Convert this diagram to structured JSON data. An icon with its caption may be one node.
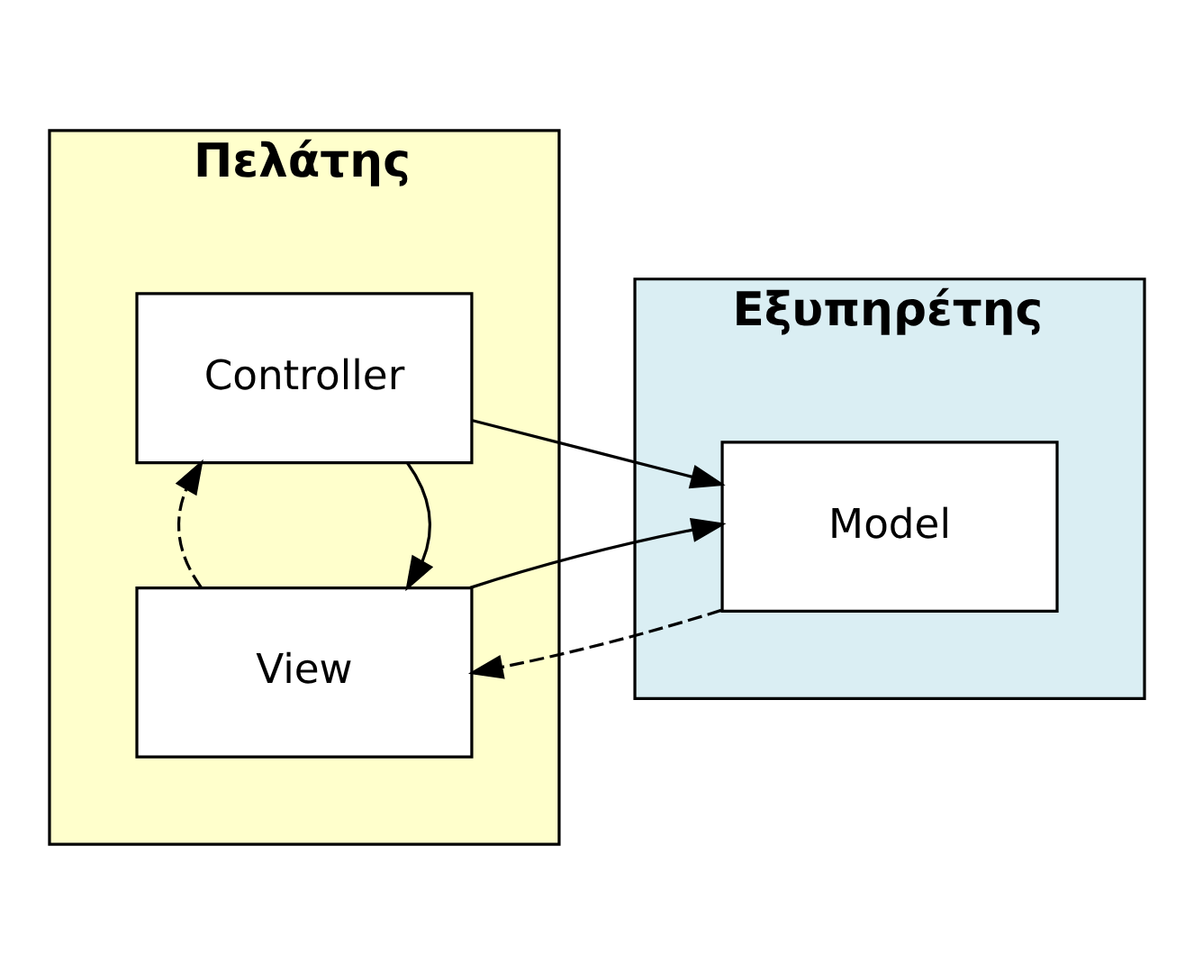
{
  "diagram": {
    "nodes": [
      {
        "text": [
          "Πελάτης"
        ]
      },
      {
        "text": [
          "Εξυπηρέτης"
        ]
      },
      {
        "text": [
          "Controller"
        ],
        "in": 0
      },
      {
        "text": [
          "View"
        ],
        "in": 0
      },
      {
        "text": [
          "Model"
        ],
        "in": 1
      }
    ],
    "edges": [
      {
        "from": 2,
        "to": 3,
        "arrow": "to"
      },
      {
        "from": 2,
        "to": 4,
        "arrow": "to"
      },
      {
        "from": 3,
        "to": 4,
        "arrow": "to"
      },
      {
        "from": 3,
        "to": 2,
        "arrow": "to",
        "style": "dashed"
      },
      {
        "from": 4,
        "to": 3,
        "arrow": "to",
        "style": "dashed"
      }
    ]
  }
}
